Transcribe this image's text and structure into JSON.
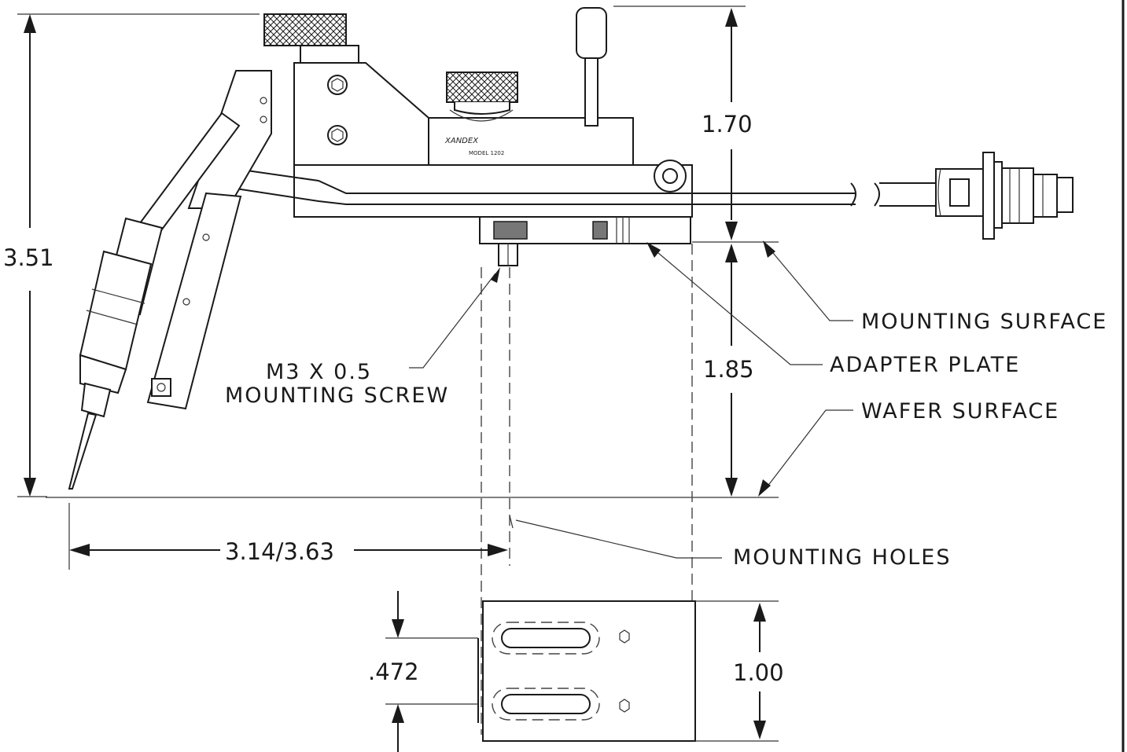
{
  "dimensions": {
    "height_total": "3.51",
    "upper_height": "1.70",
    "lower_height": "1.85",
    "reach": "3.14/3.63",
    "slot_spacing": ".472",
    "plate_width": "1.00"
  },
  "callouts": {
    "mounting_surface": "MOUNTING SURFACE",
    "adapter_plate": "ADAPTER PLATE",
    "wafer_surface": "WAFER SURFACE",
    "mounting_holes": "MOUNTING HOLES",
    "screw_line1": "M3 X 0.5",
    "screw_line2": "MOUNTING SCREW"
  },
  "product": {
    "brand": "XANDEX",
    "model": "MODEL 1202"
  }
}
